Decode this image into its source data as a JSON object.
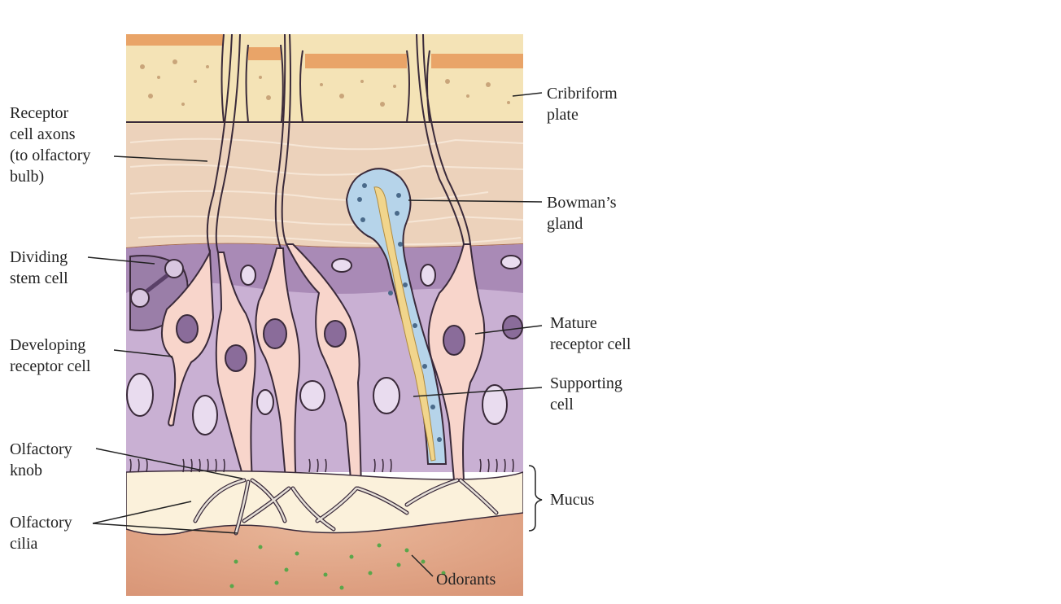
{
  "labels": {
    "receptor_axons": [
      "Receptor",
      "cell axons",
      "(to olfactory",
      "bulb)"
    ],
    "dividing_stem": [
      "Dividing",
      "stem cell"
    ],
    "developing_receptor": [
      "Developing",
      "receptor cell"
    ],
    "olfactory_knob": [
      "Olfactory",
      "knob"
    ],
    "olfactory_cilia": [
      "Olfactory",
      "cilia"
    ],
    "cribriform": [
      "Cribriform",
      "plate"
    ],
    "bowmans": [
      "Bowman’s",
      "gland"
    ],
    "mature_receptor": [
      "Mature",
      "receptor cell"
    ],
    "supporting": [
      "Supporting",
      "cell"
    ],
    "mucus": [
      "Mucus"
    ],
    "odorants": [
      "Odorants"
    ]
  },
  "colors": {
    "bone": "#f4e3b6",
    "bone_cap": "#e9a468",
    "lamina": "#ecd2bb",
    "epithelium": "#c9b0d3",
    "stem_zone": "#a98ab6",
    "receptor_cell": "#f8d5cb",
    "gland": "#b6d4ea",
    "duct": "#f1d58c",
    "mucus": "#fbf1db",
    "nasal_cavity": "#e3ad8f",
    "odorant": "#5aa64a"
  }
}
